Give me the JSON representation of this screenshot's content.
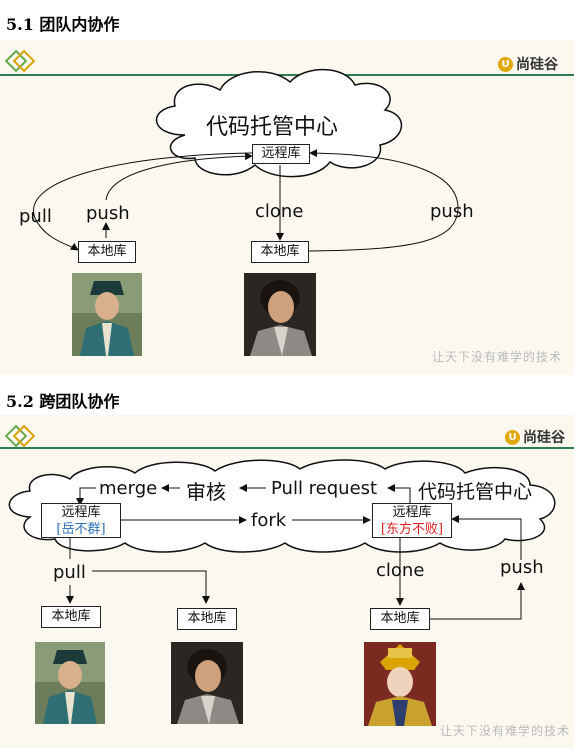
{
  "section1": {
    "heading": "5.1  团队内协作",
    "brand": "尚硅谷",
    "cloud_title": "代码托管中心",
    "remote_repo": "远程库",
    "local_repo_left": "本地库",
    "local_repo_right": "本地库",
    "pull": "pull",
    "push_left": "push",
    "clone": "clone",
    "push_right": "push",
    "watermark": "让天下没有难学的技术"
  },
  "section2": {
    "heading": "5.2  跨团队协作",
    "brand": "尚硅谷",
    "cloud_title": "代码托管中心",
    "merge": "merge",
    "review": "审核",
    "pull_request": "Pull request",
    "remote_left": "远程库",
    "remote_left_owner": "[岳不群]",
    "fork": "fork",
    "remote_right": "远程库",
    "remote_right_owner": "[东方不败]",
    "pull": "pull",
    "clone": "clone",
    "push": "push",
    "local_1": "本地库",
    "local_2": "本地库",
    "local_3": "本地库",
    "watermark": "让天下没有难学的技术"
  },
  "colors": {
    "slide_bg": "#fbf8ef",
    "rule": "#2e7d4f",
    "blue_owner": "#2f6fb0",
    "red_owner": "#dd2222"
  }
}
